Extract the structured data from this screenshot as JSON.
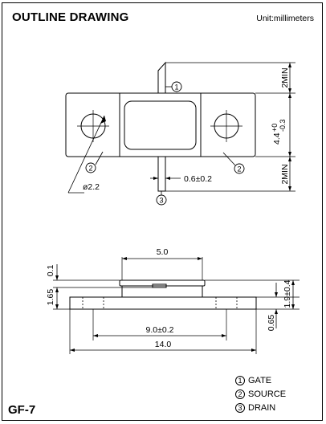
{
  "title": "OUTLINE DRAWING",
  "unit_note": "Unit:millimeters",
  "package_code": "GF-7",
  "top_view": {
    "dim_gate_lead": "2MIN",
    "dim_body_height_base": "4.4",
    "dim_body_height_plus": "+0",
    "dim_body_height_minus": "-0.3",
    "dim_drain_lead": "2MIN",
    "dim_lead_width": "0.6±0.2",
    "dim_hole_diameter": "ø2.2",
    "callout_1": "1",
    "callout_2_left": "2",
    "callout_2_right": "2",
    "callout_3": "3"
  },
  "side_view": {
    "dim_lid_width": "5.0",
    "dim_lead_thickness": "0.1",
    "dim_total_height": "1.65",
    "dim_lid_height": "1.9±0.4",
    "dim_flange_thickness": "0.65",
    "dim_hole_pitch": "9.0±0.2",
    "dim_flange_length": "14.0"
  },
  "legend": [
    {
      "num": "1",
      "label": "GATE"
    },
    {
      "num": "2",
      "label": "SOURCE"
    },
    {
      "num": "3",
      "label": "DRAIN"
    }
  ]
}
